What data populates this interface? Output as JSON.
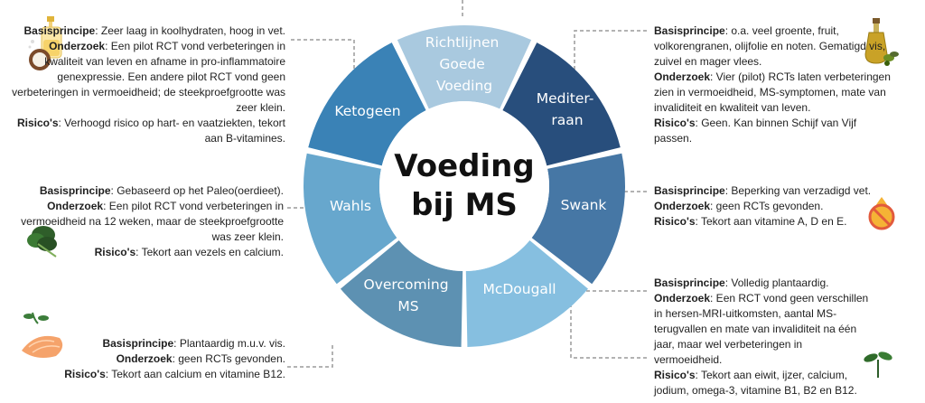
{
  "center": {
    "line1": "Voeding",
    "line2": "bij MS"
  },
  "colors": {
    "richtlijnen": "#a9c9df",
    "mediterraan": "#284e7c",
    "swank": "#4677a5",
    "mcdougall": "#86bfe0",
    "overcoming": "#5d91b2",
    "wahls": "#67a7cd",
    "ketogeen": "#3a82b6",
    "connector": "#9a9a9a"
  },
  "labels": {
    "basis": "Basisprincipe",
    "onderzoek": "Onderzoek",
    "risicos": "Risico's"
  },
  "diets": {
    "richtlijnen": {
      "name": [
        "Richtlijnen",
        "Goede",
        "Voeding"
      ]
    },
    "mediterraan": {
      "name": [
        "Mediter-",
        "raan"
      ],
      "basis_text": ": o.a. veel groente, fruit, volkorengranen, olijfolie en noten. Gematigd vis, zuivel en mager vlees.",
      "onderzoek_text": ": Vier (pilot) RCTs laten verbeteringen zien in vermoeidheid, MS-symptomen, mate van invaliditeit en kwaliteit van leven.",
      "risicos_text": ": Geen. Kan binnen Schijf van Vijf passen."
    },
    "swank": {
      "name": [
        "Swank"
      ],
      "basis_text": ": Beperking van verzadigd vet.",
      "onderzoek_text": ": geen RCTs gevonden.",
      "risicos_text": ": Tekort aan vitamine A, D en E."
    },
    "mcdougall": {
      "name": [
        "McDougall"
      ],
      "basis_text": ": Volledig plantaardig.",
      "onderzoek_text": ": Een RCT vond geen verschillen in hersen-MRI-uitkomsten, aantal MS-terugvallen en mate van invaliditeit na één jaar, maar wel verbeteringen in vermoeidheid.",
      "risicos_text": ": Tekort aan eiwit, ijzer, calcium, jodium, omega-3, vitamine B1, B2 en B12."
    },
    "overcoming": {
      "name": [
        "Overcoming",
        "MS"
      ],
      "basis_text": ": Plantaardig m.u.v. vis.",
      "onderzoek_text": ": geen RCTs gevonden.",
      "risicos_text": ": Tekort aan calcium  en vitamine B12."
    },
    "wahls": {
      "name": [
        "Wahls"
      ],
      "basis_text": ": Gebaseerd op het Paleo(oerdieet).",
      "onderzoek_text": ": Een pilot RCT vond verbeteringen in vermoeidheid na 12 weken, maar de steekproefgrootte was zeer klein.",
      "risicos_text": ": Tekort aan vezels en calcium."
    },
    "ketogeen": {
      "name": [
        "Ketogeen"
      ],
      "basis_text": ": Zeer laag in koolhydraten, hoog in vet.",
      "onderzoek_text": ": Een pilot RCT vond verbeteringen in kwaliteit van leven en afname in pro-inflammatoire genexpressie. Een andere pilot RCT vond geen verbeteringen in vermoeidheid; de steekproefgrootte was zeer klein.",
      "risicos_text": ": Verhoogd risico op hart- en vaatziekten, tekort aan B-vitamines."
    }
  },
  "icons": {
    "ketogeen": "coconut-oil-icon",
    "mediterraan": "olive-oil-icon",
    "wahls": "spinach-icon",
    "swank": "no-fat-icon",
    "overcoming": "salmon-icon",
    "mcdougall": "sprout-icon"
  }
}
